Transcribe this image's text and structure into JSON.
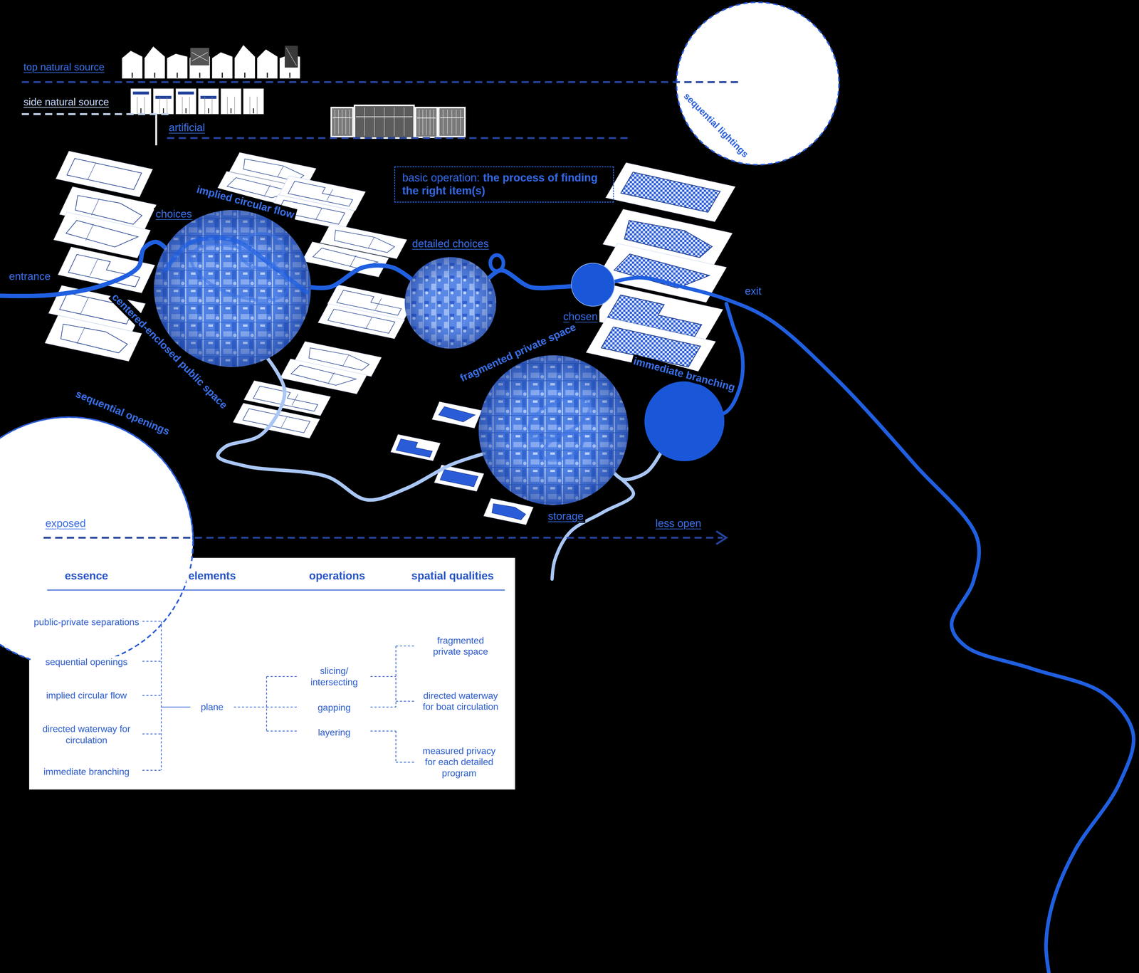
{
  "diagram": {
    "nodes": [
      {
        "text": [
          "sequential lightings"
        ]
      },
      {
        "text": [
          "basic operation:",
          "the process of finding the right item(s)"
        ]
      },
      {
        "text": [
          "implied circular flow",
          "centered-enclosed public space"
        ]
      },
      {
        "text": [
          "detailed choices"
        ]
      },
      {
        "text": [
          "chosen"
        ]
      },
      {
        "text": [
          "fragmented private space"
        ]
      },
      {
        "text": [
          "immediate branching"
        ]
      },
      {
        "text": [
          "sequential openings"
        ]
      },
      {
        "text": [
          "essence",
          "elements",
          "operations",
          "spatial qualities",
          "public-private separations",
          "sequential openings",
          "implied circular flow",
          "directed waterway for circulation",
          "immediate branching",
          "plane",
          "slicing/ intersecting",
          "gapping",
          "layering",
          "fragmented private space",
          "directed waterway for boat circulation",
          "measured privacy for each detailed program"
        ]
      }
    ],
    "edges": [
      {
        "from": 2,
        "to": 3,
        "arrow": "none"
      },
      {
        "from": 3,
        "to": 4,
        "arrow": "none"
      },
      {
        "from": 2,
        "to": 5,
        "arrow": "none"
      },
      {
        "from": 5,
        "to": 6,
        "arrow": "none"
      }
    ],
    "labels": [
      "top natural source",
      "side natural source",
      "artificial",
      "entrance",
      "choices",
      "exit",
      "storage",
      "exposed",
      "less open"
    ]
  }
}
